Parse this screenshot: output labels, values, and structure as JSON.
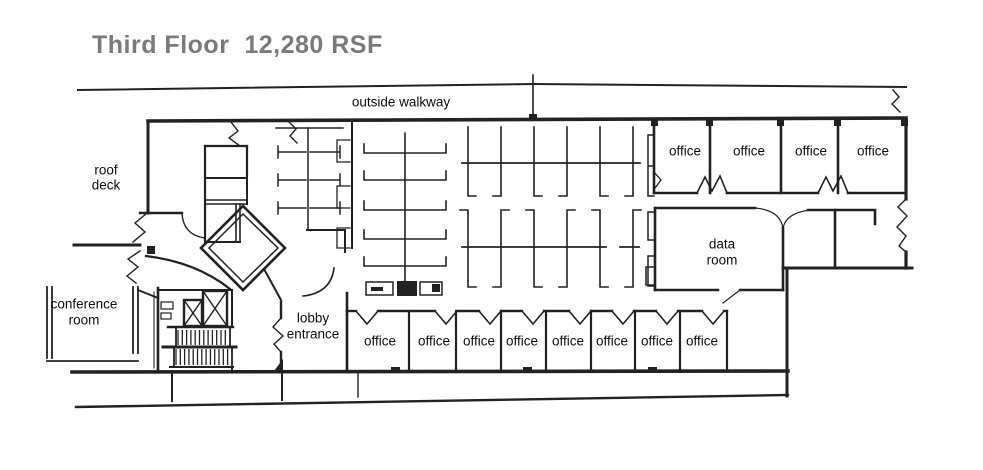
{
  "title": "Third Floor  12,280 RSF",
  "labels": {
    "walkway": "outside walkway",
    "roof_deck": [
      "roof",
      "deck"
    ],
    "conference_room": [
      "conference",
      "room"
    ],
    "lobby_entrance": [
      "lobby",
      "entrance"
    ],
    "data_room": [
      "data",
      "room"
    ],
    "office": "office"
  },
  "counts": {
    "top_offices": 4,
    "bottom_offices": 8
  },
  "colors": {
    "wall": "#222222",
    "title_text": "#7a7a7a",
    "label_text": "#0d0d0d",
    "background": "#ffffff"
  }
}
